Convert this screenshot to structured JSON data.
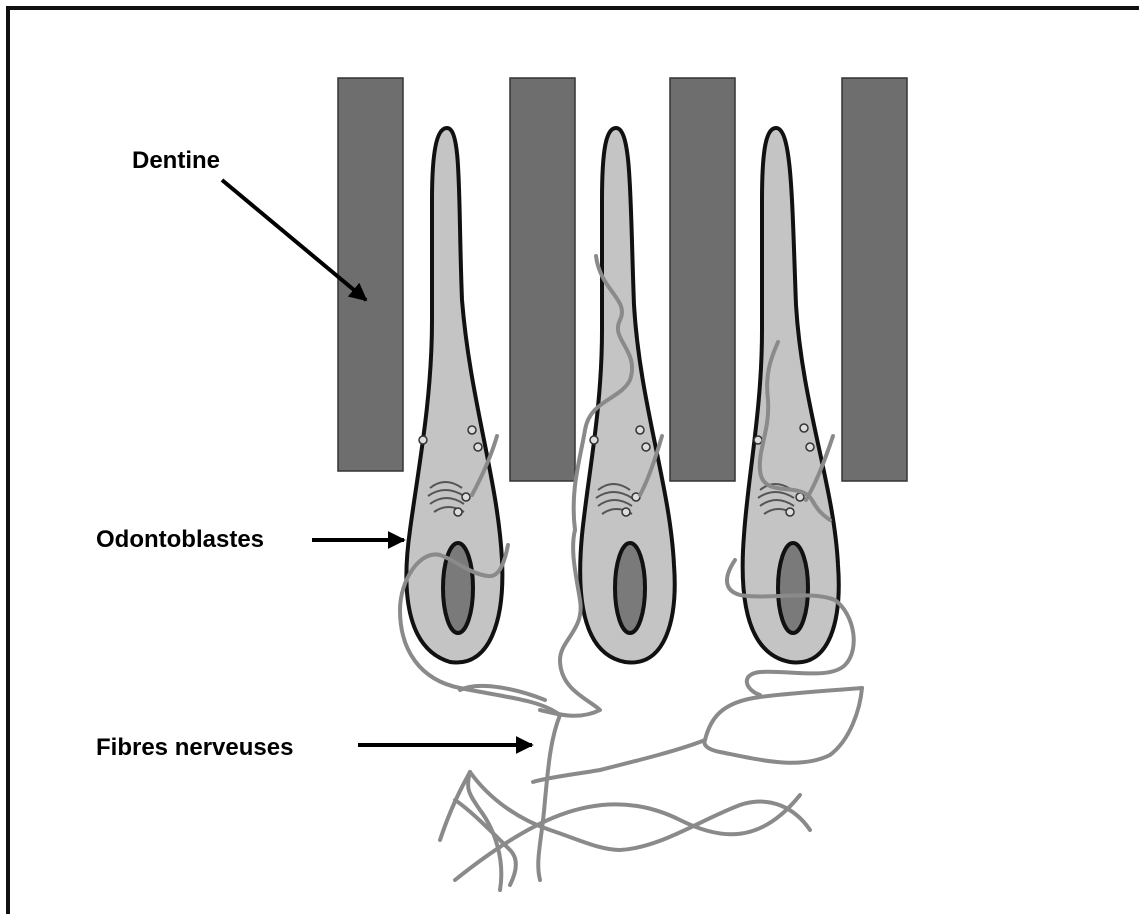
{
  "labels": {
    "dentine": "Dentine",
    "odontoblasts": "Odontoblastes",
    "nerve_fibres": "Fibres nerveuses"
  },
  "colors": {
    "dentine_bar": "#6e6e6e",
    "cell_fill": "#c4c4c4",
    "nucleus_fill": "#7a7a7a",
    "fibre": "#8a8a8a",
    "outline": "#111111"
  }
}
